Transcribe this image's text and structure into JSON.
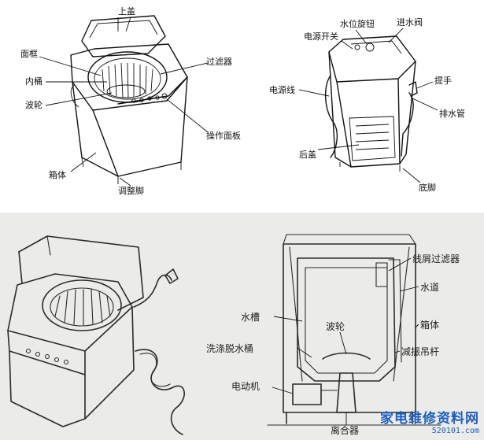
{
  "top_left_labels": {
    "lid": "上盖",
    "frame": "面框",
    "inner_tub": "内桶",
    "pulsator": "波轮",
    "filter": "过滤器",
    "control_panel": "操作面板",
    "cabinet": "箱体",
    "adjust_foot": "调整脚"
  },
  "top_right_labels": {
    "power_switch": "电源开关",
    "water_level_knob": "水位旋钮",
    "inlet_valve": "进水阀",
    "power_cord": "电源线",
    "handle": "提手",
    "drain_hose": "排水管",
    "rear_cover": "后盖",
    "base_foot": "底脚"
  },
  "bottom_right_labels": {
    "lint_filter": "线屑过滤器",
    "water_channel": "水道",
    "water_tub": "水槽",
    "pulsator": "波轮",
    "cabinet": "箱体",
    "wash_spin_tub": "洗涤脱水桶",
    "damper_rod": "减振吊杆",
    "motor": "电动机",
    "clutch": "离合器"
  },
  "watermark": {
    "title": "家电维修资料网",
    "url": "520101.com"
  }
}
